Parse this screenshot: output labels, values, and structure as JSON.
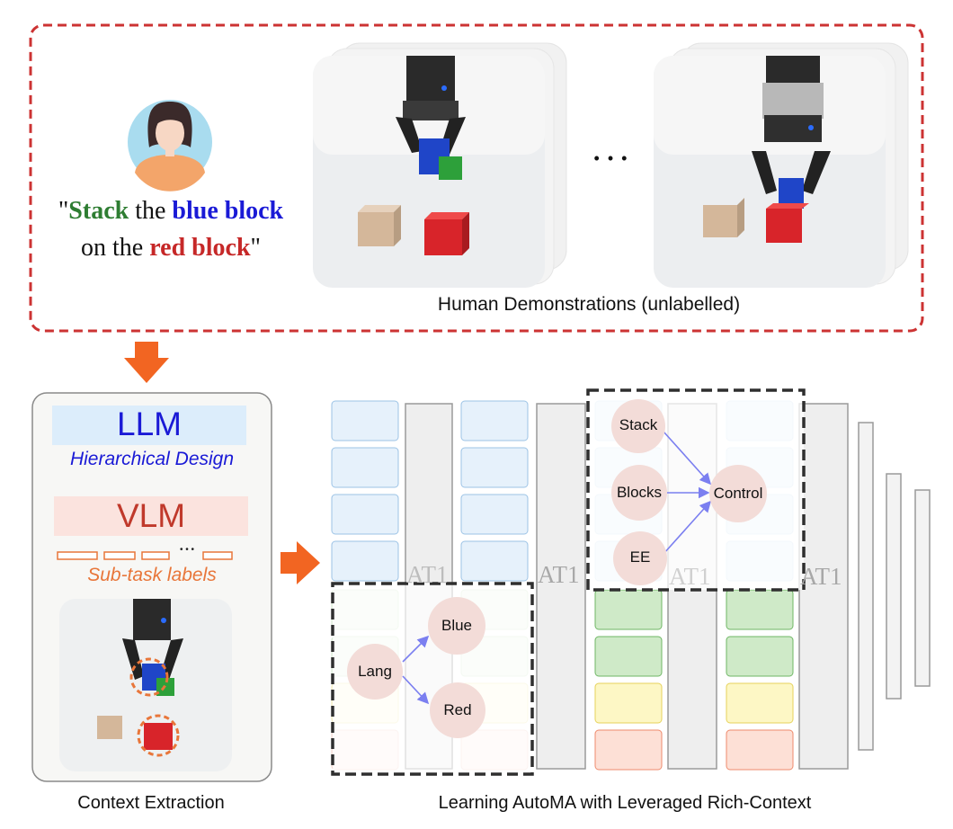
{
  "instruction": {
    "open_quote": "\"",
    "w_stack": "Stack",
    "w_the": " the ",
    "w_blue_block": "blue block",
    "w_on_the": "on the ",
    "w_red_block": "red block",
    "close_quote": "\""
  },
  "ellipsis": "• • •",
  "demos_caption": "Human Demonstrations (unlabelled)",
  "context_panel": {
    "llm_title": "LLM",
    "llm_subtitle": "Hierarchical Design",
    "vlm_title": "VLM",
    "label_dots": "• • •",
    "vlm_subtitle": "Sub-task labels",
    "caption": "Context Extraction"
  },
  "model": {
    "block_label": "AT1",
    "graph_top": {
      "nodes": [
        "Stack",
        "Blocks",
        "EE",
        "Control"
      ]
    },
    "graph_bottom": {
      "nodes": [
        "Lang",
        "Blue",
        "Red"
      ]
    },
    "caption": "Learning AutoMA with Leveraged Rich-Context"
  },
  "colors": {
    "stack_green": "#2e7d32",
    "blue_word": "#1a1ad6",
    "red_word": "#c62828",
    "dashed_red": "#cc3333",
    "arrow_orange": "#f26522",
    "llm_blue": "#1a1ad6",
    "vlm_red": "#c0392b",
    "sublabel_orange": "#e8763a",
    "node_fill": "#f3dcd8",
    "graph_arrow": "#7b7ff0"
  }
}
